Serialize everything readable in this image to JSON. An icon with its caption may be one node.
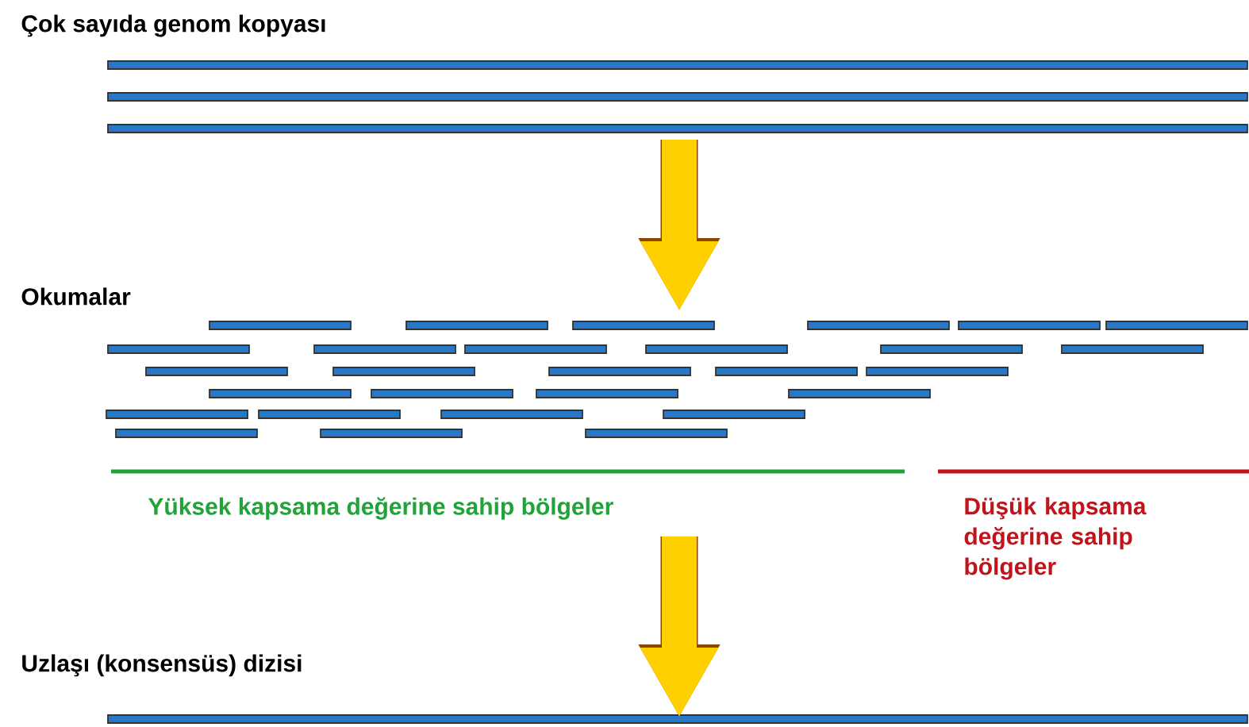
{
  "diagram": {
    "nodes": [
      {
        "text": [
          "Çok sayıda genom kopyası"
        ]
      },
      {
        "text": [
          "Okumalar",
          "Yüksek kapsama değerine sahip bölgeler",
          "Düşük kapsama değerine sahip bölgeler"
        ]
      },
      {
        "text": [
          "Uzlaşı (konsensüs) dizisi"
        ]
      }
    ],
    "edges": [
      {
        "from": 0,
        "to": 1,
        "arrow": "to"
      },
      {
        "from": 1,
        "to": 2,
        "arrow": "to"
      }
    ]
  }
}
